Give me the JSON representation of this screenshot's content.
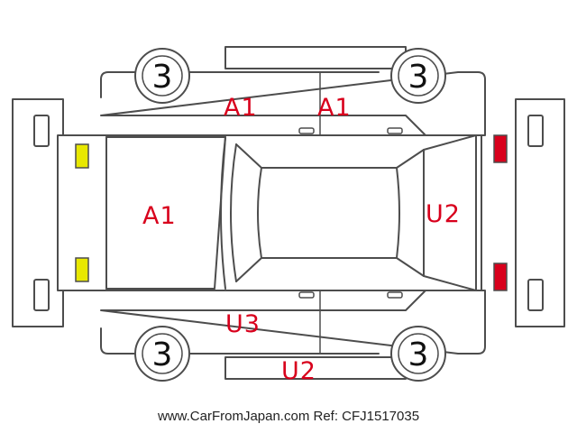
{
  "colors": {
    "outline": "#4d4d4d",
    "code_text": "#d8001c",
    "front_lamp": "#e8e800",
    "rear_lamp": "#d8001c"
  },
  "wheels": {
    "front_top": "3",
    "rear_top": "3",
    "front_bottom": "3",
    "rear_bottom": "3"
  },
  "damage_codes": {
    "front_door_top": "A1",
    "rear_door_top": "A1",
    "hood": "A1",
    "rear_window": "U2",
    "front_door_bottom": "U3",
    "side_sill_bottom": "U2"
  },
  "footer": "www.CarFromJapan.com Ref: CFJ1517035"
}
